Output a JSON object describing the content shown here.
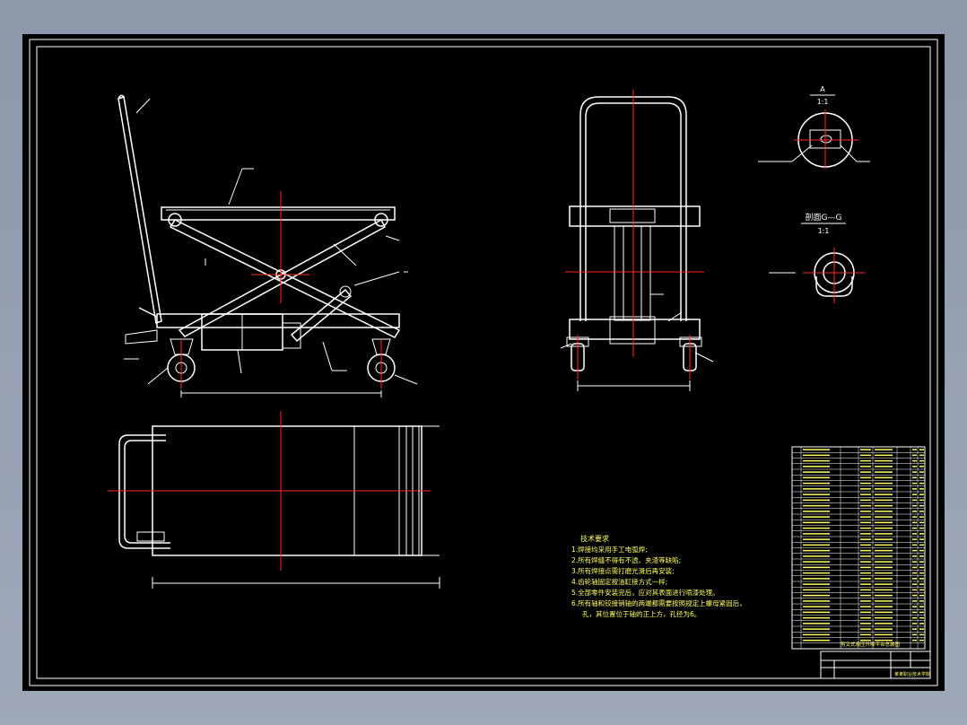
{
  "sheet_bg": "#000000",
  "line_color": "#ffffff",
  "center_color": "#ff2a2a",
  "text_color": "#ffff66",
  "view_a": {
    "title": "A",
    "scale": "1:1"
  },
  "section_g": {
    "title": "剖面G—G",
    "scale": "1:1"
  },
  "tech": {
    "heading": "技术要求",
    "lines": [
      "1.焊接均采用手工电弧焊;",
      "2.所有焊缝不得有不透、夹渣等缺陷;",
      "3.所有焊接点需打磨光滑后再安装;",
      "4.齿轮轴固定按油缸接方式一样;",
      "5.全部零件安装完后，应对其表面进行喷漆处理。",
      "6.所有轴和铰接销轴的两端都需要按照规定上螺母紧固后，",
      "孔，其位置位于轴的正上方，孔径为6。"
    ]
  },
  "title_block": {
    "name": "剪叉式液压升降平台总装图",
    "school": "某某职业技术学院"
  }
}
